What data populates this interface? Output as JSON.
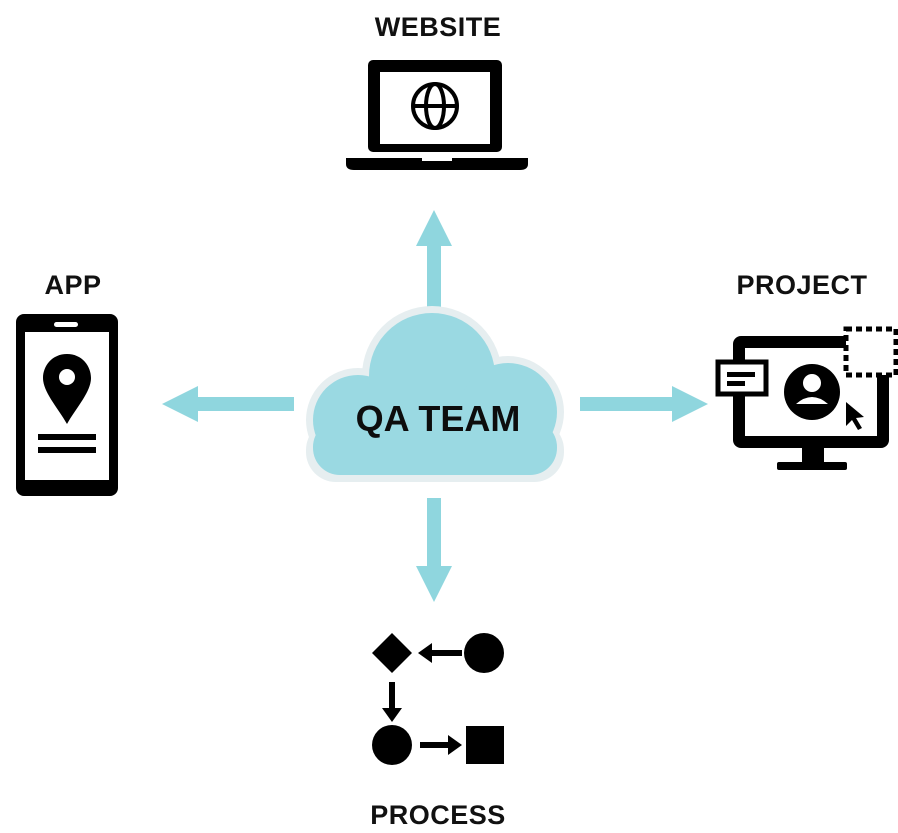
{
  "center": {
    "label": "QA TEAM"
  },
  "nodes": {
    "website": {
      "label": "WEBSITE",
      "icon": "laptop-globe-icon"
    },
    "app": {
      "label": "APP",
      "icon": "phone-location-icon"
    },
    "project": {
      "label": "PROJECT",
      "icon": "monitor-profile-icon"
    },
    "process": {
      "label": "PROCESS",
      "icon": "flowchart-icon"
    }
  },
  "colors": {
    "arrow": "#8fd6de",
    "cloud_fill": "#9ad9e2",
    "cloud_outline": "#e6eef0",
    "icon": "#000000"
  }
}
